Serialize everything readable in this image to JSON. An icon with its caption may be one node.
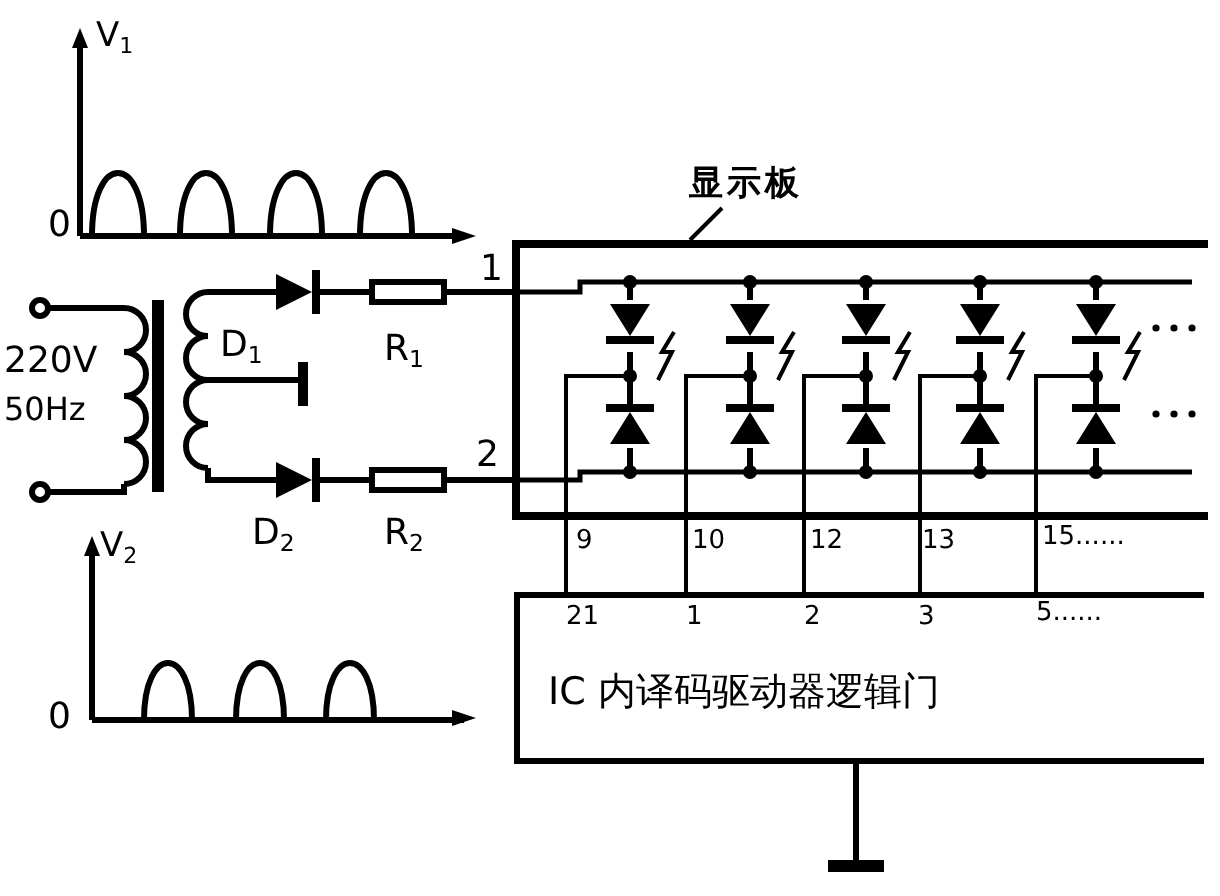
{
  "diagram": {
    "nodes": [
      {
        "text": [
          "显示板"
        ]
      },
      {
        "text": [],
        "shape": "box"
      },
      {
        "text": [
          "IC 内译码驱动器逻辑门"
        ]
      }
    ],
    "edges": [
      {
        "from": 0,
        "to": 1,
        "arrow": "none"
      },
      {
        "from": 1,
        "to": 2,
        "arrow": "none"
      },
      {
        "from": 1,
        "to": 2,
        "arrow": "none"
      },
      {
        "from": 1,
        "to": 2,
        "arrow": "none"
      },
      {
        "from": 1,
        "to": 2,
        "arrow": "none"
      },
      {
        "from": 1,
        "to": 2,
        "arrow": "none"
      }
    ],
    "labels": [
      "V$_{1}$",
      "0",
      "220V",
      "50Hz",
      "D$_{1}$",
      "R$_{1}$",
      "1",
      "D$_{2}$",
      "R$_{2}$",
      "2",
      "9",
      "10",
      "12",
      "13",
      "15......",
      "V$_{2}$",
      "0",
      "21",
      "1",
      "2",
      "3",
      "5......"
    ]
  }
}
